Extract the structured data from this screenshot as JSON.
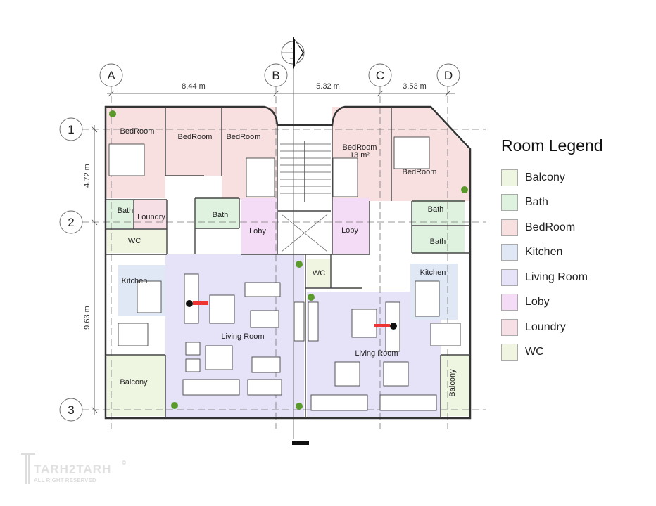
{
  "grid": {
    "columns": [
      "A",
      "B",
      "C",
      "D"
    ],
    "rows": [
      "1",
      "2",
      "3"
    ],
    "dimensions_horizontal": [
      "8.44 m",
      "5.32 m",
      "3.53 m"
    ],
    "dimensions_vertical": [
      "4.72 m",
      "9.63 m"
    ]
  },
  "rooms": {
    "bedroom_1": "BedRoom",
    "bedroom_2": "BedRoom",
    "bedroom_3": "BedRoom",
    "bedroom_4": "BedRoom",
    "bedroom_4_area": "13 m²",
    "bedroom_5": "BedRoom",
    "bath_1": "Bath",
    "loundry": "Loundry",
    "bath_2": "Bath",
    "loby_1": "Loby",
    "loby_2": "Loby",
    "bath_3": "Bath",
    "bath_4": "Bath",
    "wc_1": "WC",
    "wc_2": "WC",
    "kitchen_1": "Kitchen",
    "kitchen_2": "Kitchen",
    "living_1": "Living Room",
    "living_2": "Living Room",
    "balcony_1": "Balcony",
    "balcony_2": "Balcony"
  },
  "north_marker": {
    "top": "-",
    "bottom": "--"
  },
  "legend": {
    "title": "Room Legend",
    "items": [
      {
        "label": "Balcony",
        "color": "#eef6e2"
      },
      {
        "label": "Bath",
        "color": "#dff2df"
      },
      {
        "label": "BedRoom",
        "color": "#f8e0e0"
      },
      {
        "label": "Kitchen",
        "color": "#e0e8f6"
      },
      {
        "label": "Living Room",
        "color": "#e6e2f7"
      },
      {
        "label": "Loby",
        "color": "#f5dcf6"
      },
      {
        "label": "Loundry",
        "color": "#f6e0e6"
      },
      {
        "label": "WC",
        "color": "#f0f5e2"
      }
    ]
  },
  "logo": {
    "name": "TARH2TARH",
    "tagline": "ALL RIGHT RESERVED",
    "mark": "©"
  }
}
